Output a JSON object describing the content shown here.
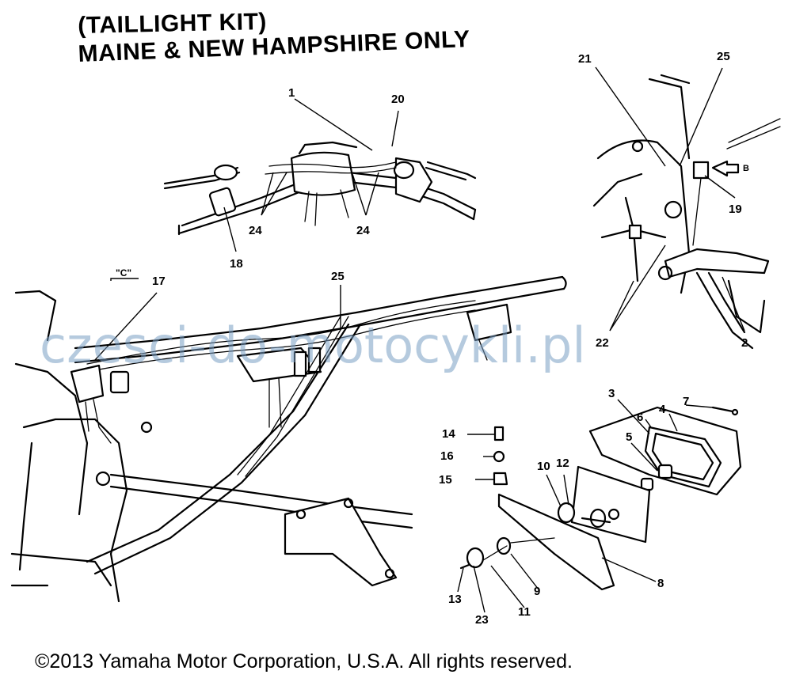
{
  "title": {
    "line1": "(TAILLIGHT KIT)",
    "line2": "MAINE & NEW HAMPSHIRE ONLY"
  },
  "callouts": {
    "c1": "1",
    "c20": "20",
    "c24a": "24",
    "c24b": "24",
    "c18": "18",
    "c17": "17",
    "cC": "\"C\"",
    "c25a": "25",
    "c21": "21",
    "c25b": "25",
    "c19": "19",
    "cB": "B",
    "c22": "22",
    "c2": "2",
    "c3": "3",
    "c6a": "6",
    "c4": "4",
    "c7": "7",
    "c5": "5",
    "c14": "14",
    "c16": "16",
    "c15": "15",
    "c10": "10",
    "c12": "12",
    "c8": "8",
    "c9": "9",
    "c11": "11",
    "c13": "13",
    "c23": "23"
  },
  "watermark": "czesci-do-motocykli.pl",
  "copyright": "©2013 Yamaha Motor Corporation, U.S.A. All rights reserved.",
  "colors": {
    "ink": "#000000",
    "paper": "#ffffff",
    "watermark": "#7a9fc4"
  }
}
